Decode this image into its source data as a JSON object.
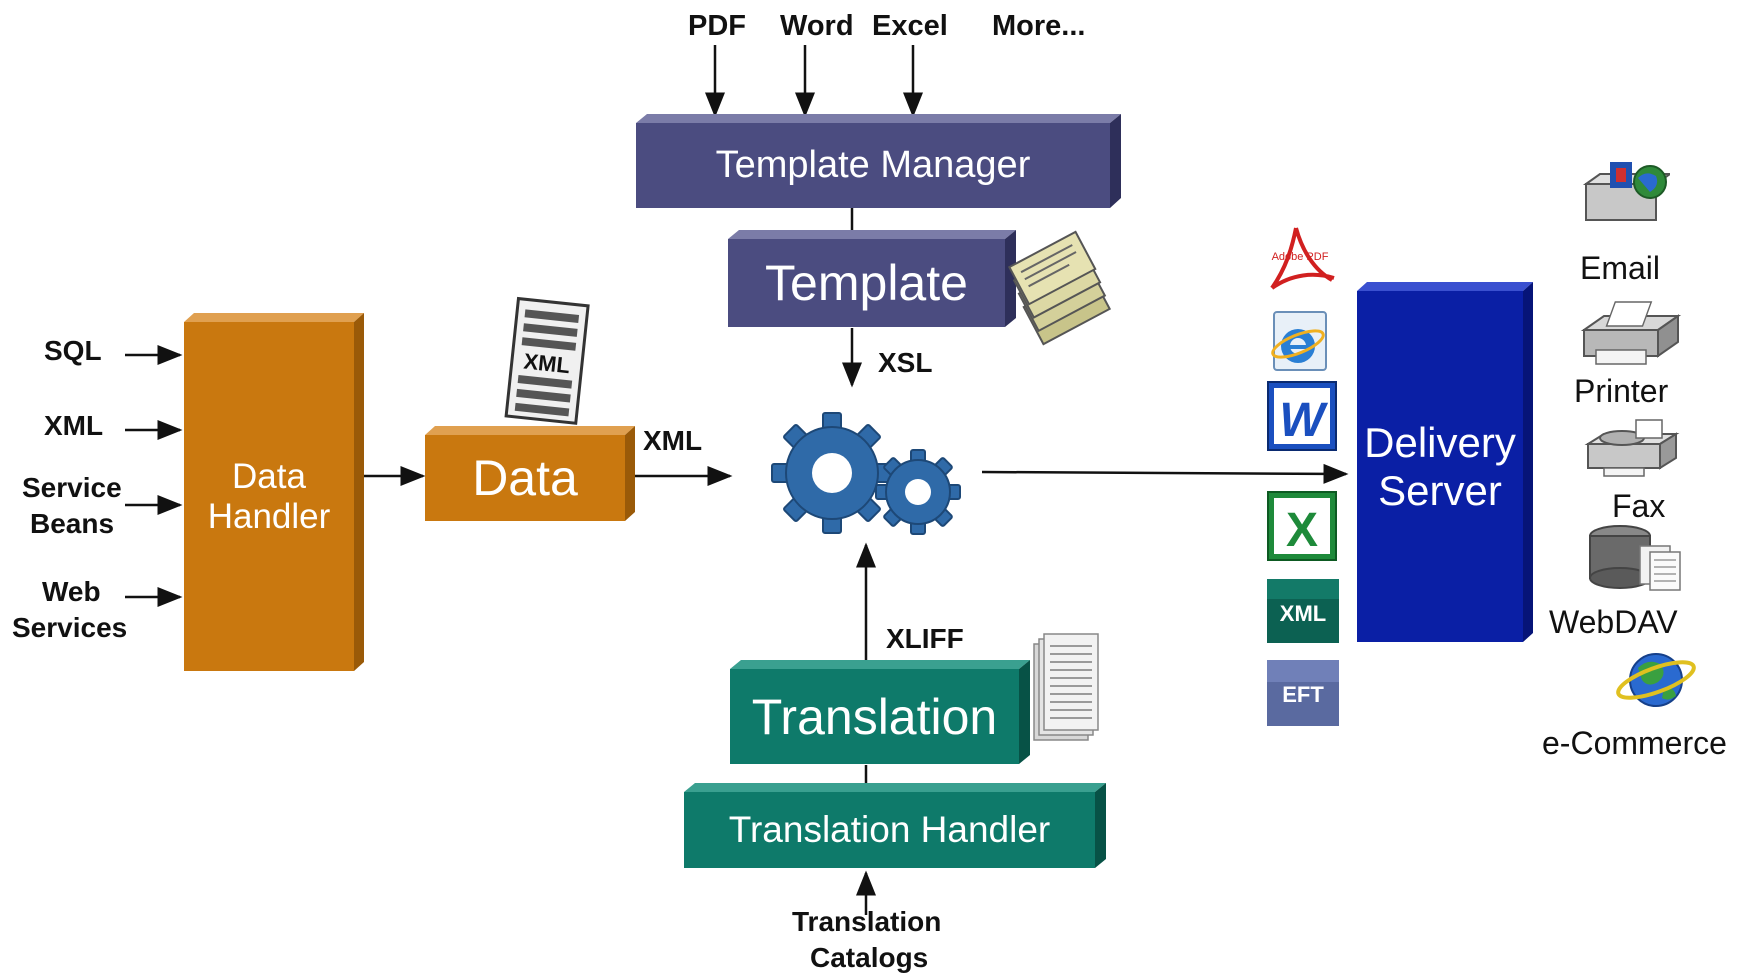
{
  "inputs": {
    "sql": "SQL",
    "xml": "XML",
    "service_beans": "Service Beans",
    "service_1": "Service",
    "service_2": "Beans",
    "web_1": "Web",
    "web_2": "Services"
  },
  "formats": {
    "pdf": "PDF",
    "word": "Word",
    "excel": "Excel",
    "more": "More..."
  },
  "boxes": {
    "template_manager": "Template Manager",
    "template": "Template",
    "data_handler_1": "Data",
    "data_handler_2": "Handler",
    "data": "Data",
    "translation": "Translation",
    "translation_handler": "Translation Handler",
    "delivery_1": "Delivery",
    "delivery_2": "Server"
  },
  "edge_labels": {
    "xsl": "XSL",
    "xml": "XML",
    "xliff": "XLIFF"
  },
  "catalogs": {
    "line1": "Translation",
    "line2": "Catalogs"
  },
  "doc_icons": {
    "xml_doc": "XML",
    "adobe": "Adobe PDF",
    "xml_tile": "XML",
    "eft_tile": "EFT"
  },
  "channels": {
    "email": "Email",
    "printer": "Printer",
    "fax": "Fax",
    "webdav": "WebDAV",
    "ecommerce": "e-Commerce"
  },
  "colors": {
    "purple": "#4b4c80",
    "orange": "#c9780f",
    "teal": "#0e7a6a",
    "blue": "#0a1fa5"
  }
}
